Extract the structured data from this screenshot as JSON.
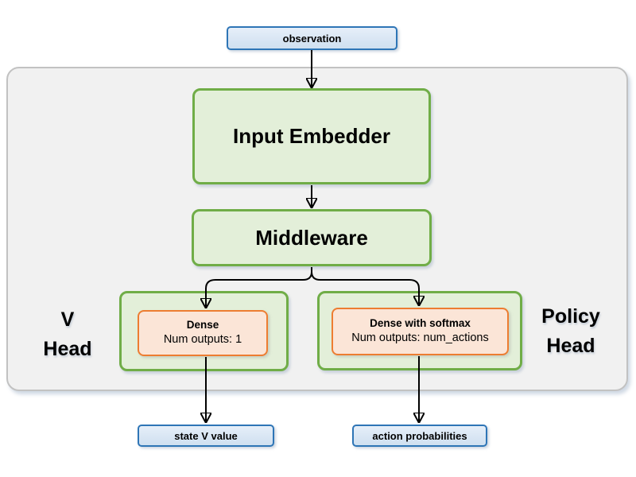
{
  "colors": {
    "io_fill": "#d9e6f4",
    "io_border": "#2e75b6",
    "green_fill": "#e3efd9",
    "green_border": "#70ad47",
    "orange_fill": "#fbe5d7",
    "orange_border": "#ed7d31",
    "container_fill": "#f1f1f1",
    "container_border": "#c2c2c2",
    "arrow": "#000000"
  },
  "diagram": {
    "observation": "observation",
    "input_embedder": "Input Embedder",
    "middleware": "Middleware",
    "v_head_label": {
      "line1": "V",
      "line2": "Head"
    },
    "policy_head_label": {
      "line1": "Policy",
      "line2": "Head"
    },
    "v_dense": {
      "title": "Dense",
      "outputs": "Num outputs: 1"
    },
    "policy_dense": {
      "title": "Dense with softmax",
      "outputs": "Num outputs: num_actions"
    },
    "state_v_value": "state V value",
    "action_probabilities": "action probabilities"
  }
}
